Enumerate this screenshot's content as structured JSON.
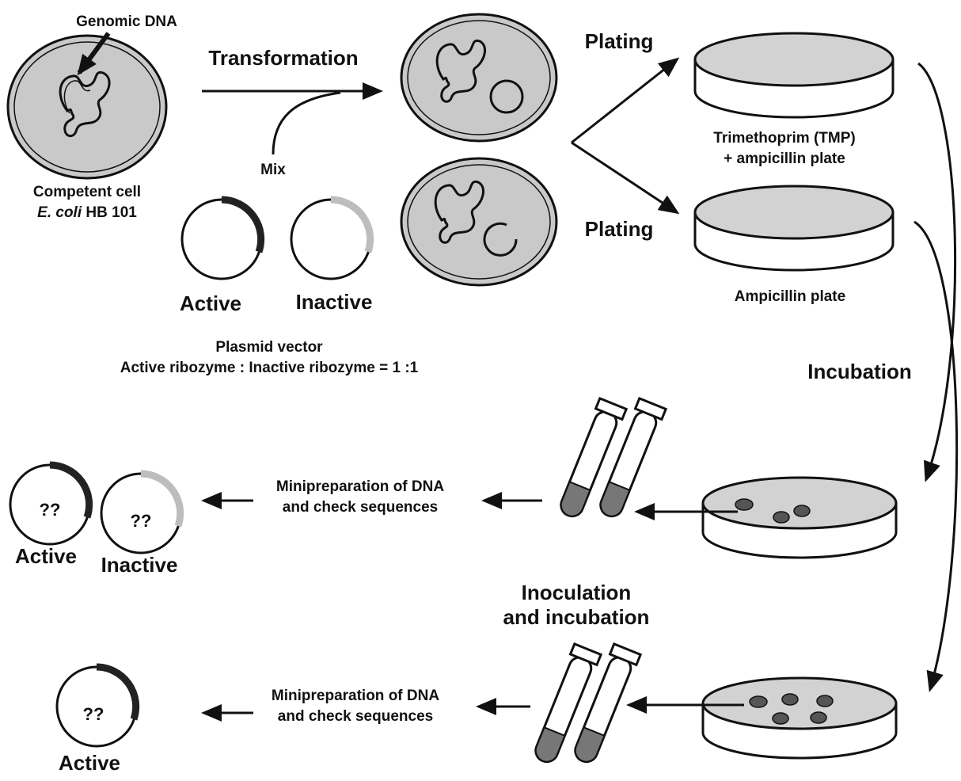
{
  "labels": {
    "genomic_dna": "Genomic DNA",
    "transformation": "Transformation",
    "mix": "Mix",
    "competent_cell_line1": "Competent cell",
    "competent_cell_italic": "E. coli",
    "competent_cell_strain": " HB 101",
    "active": "Active",
    "inactive": "Inactive",
    "plasmid_vector": "Plasmid vector",
    "ratio": "Active ribozyme : Inactive ribozyme = 1 :1",
    "plating_top": "Plating",
    "plating_bottom": "Plating",
    "tmp_plate_line1": "Trimethoprim (TMP)",
    "tmp_plate_line2": "+ ampicillin plate",
    "amp_plate": "Ampicillin plate",
    "incubation": "Incubation",
    "miniprep1_line1": "Minipreparation of DNA",
    "miniprep1_line2": "and check sequences",
    "miniprep2_line1": "Minipreparation of DNA",
    "miniprep2_line2": "and check sequences",
    "unknown": "??",
    "result1_active": "Active",
    "result1_inactive": "Inactive",
    "result2_active": "Active",
    "inoculation_line1": "Inoculation",
    "inoculation_line2": "and incubation"
  },
  "colors": {
    "cell_fill": "#c9c9c9",
    "plate_fill": "#d2d2d2",
    "ink": "#111111",
    "active_segment": "#222222",
    "inactive_segment": "#bdbdbd"
  }
}
